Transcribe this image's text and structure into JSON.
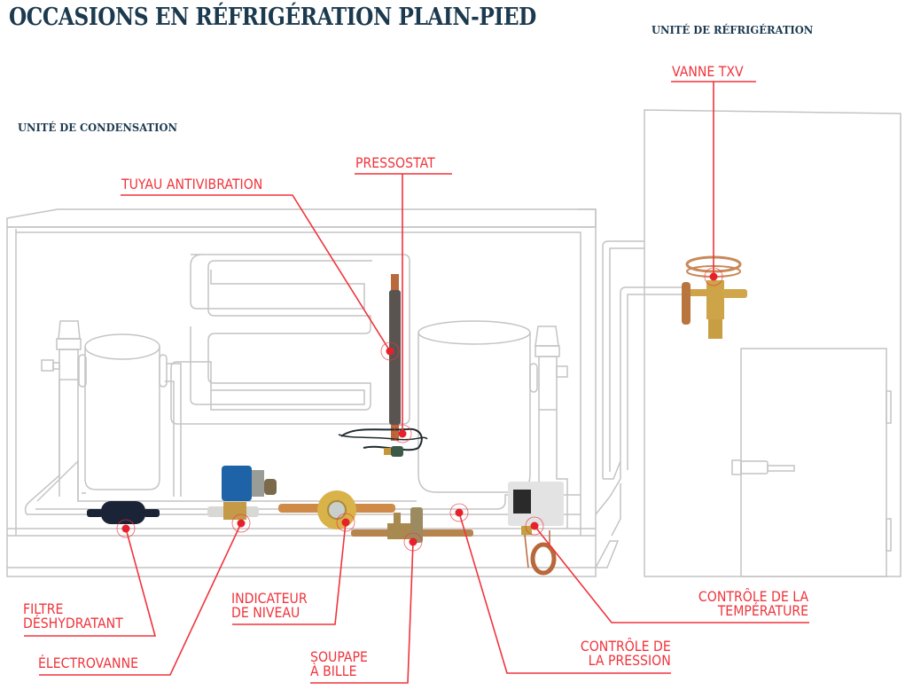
{
  "title": "OCCASIONS EN RÉFRIGÉRATION PLAIN-PIED",
  "sections": {
    "condensing_unit": "UNITÉ DE CONDENSATION",
    "refrigeration_unit": "UNITÉ DE RÉFRIGÉRATION"
  },
  "callouts": {
    "txv_valve": "VANNE TXV",
    "pressure_switch": "PRESSOSTAT",
    "vibration_hose": "TUYAU ANTIVIBRATION",
    "filter_drier": [
      "FILTRE",
      "DÉSHYDRATANT"
    ],
    "solenoid_valve": "ÉLECTROVANNE",
    "sight_glass": [
      "INDICATEUR",
      "DE NIVEAU"
    ],
    "ball_valve": [
      "SOUPAPE",
      "À BILLE"
    ],
    "pressure_control": [
      "CONTRÔLE DE",
      "LA PRESSION"
    ],
    "temperature_control": [
      "CONTRÔLE DE LA",
      "TEMPÉRATURE"
    ]
  },
  "colors": {
    "heading": "#1c3a4f",
    "accent": "#f0343c",
    "outline": "#c4c4c4"
  }
}
